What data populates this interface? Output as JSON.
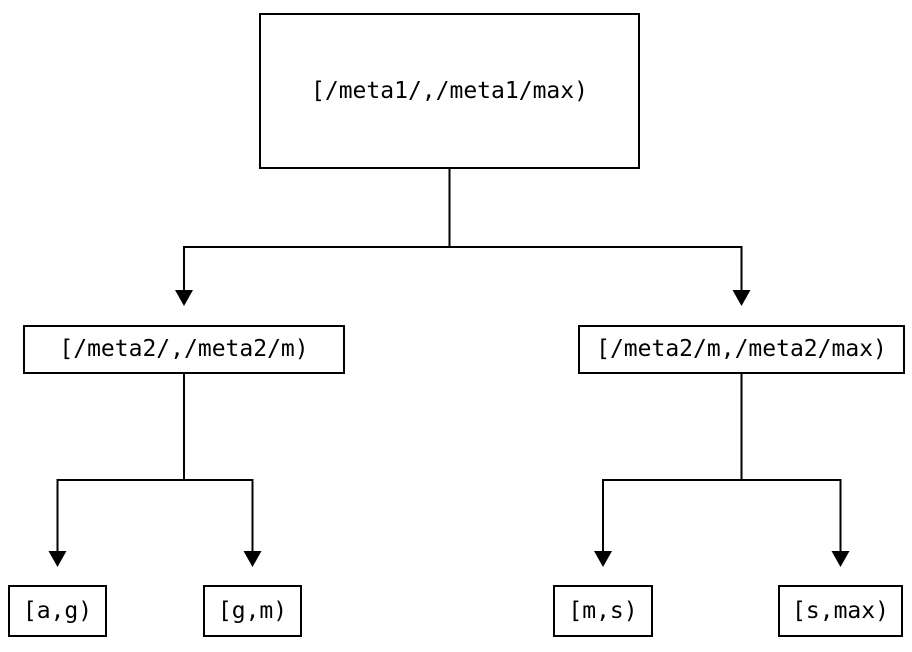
{
  "diagram": {
    "type": "tree",
    "colors": {
      "background": "#ffffff",
      "line": "#000000",
      "text": "#000000"
    },
    "nodes": {
      "root": {
        "label": "[/meta1/,/meta1/max)"
      },
      "meta2_low": {
        "label": "[/meta2/,/meta2/m)"
      },
      "meta2_high": {
        "label": "[/meta2/m,/meta2/max)"
      },
      "leaf_ag": {
        "label": "[a,g)"
      },
      "leaf_gm": {
        "label": "[g,m)"
      },
      "leaf_ms": {
        "label": "[m,s)"
      },
      "leaf_smax": {
        "label": "[s,max)"
      }
    },
    "edges": [
      {
        "from": "root",
        "to": "meta2_low",
        "arrow": "filled-triangle-down"
      },
      {
        "from": "root",
        "to": "meta2_high",
        "arrow": "filled-triangle-down"
      },
      {
        "from": "meta2_low",
        "to": "leaf_ag",
        "arrow": "filled-triangle-down"
      },
      {
        "from": "meta2_low",
        "to": "leaf_gm",
        "arrow": "filled-triangle-down"
      },
      {
        "from": "meta2_high",
        "to": "leaf_ms",
        "arrow": "filled-triangle-down"
      },
      {
        "from": "meta2_high",
        "to": "leaf_smax",
        "arrow": "filled-triangle-down"
      }
    ]
  }
}
